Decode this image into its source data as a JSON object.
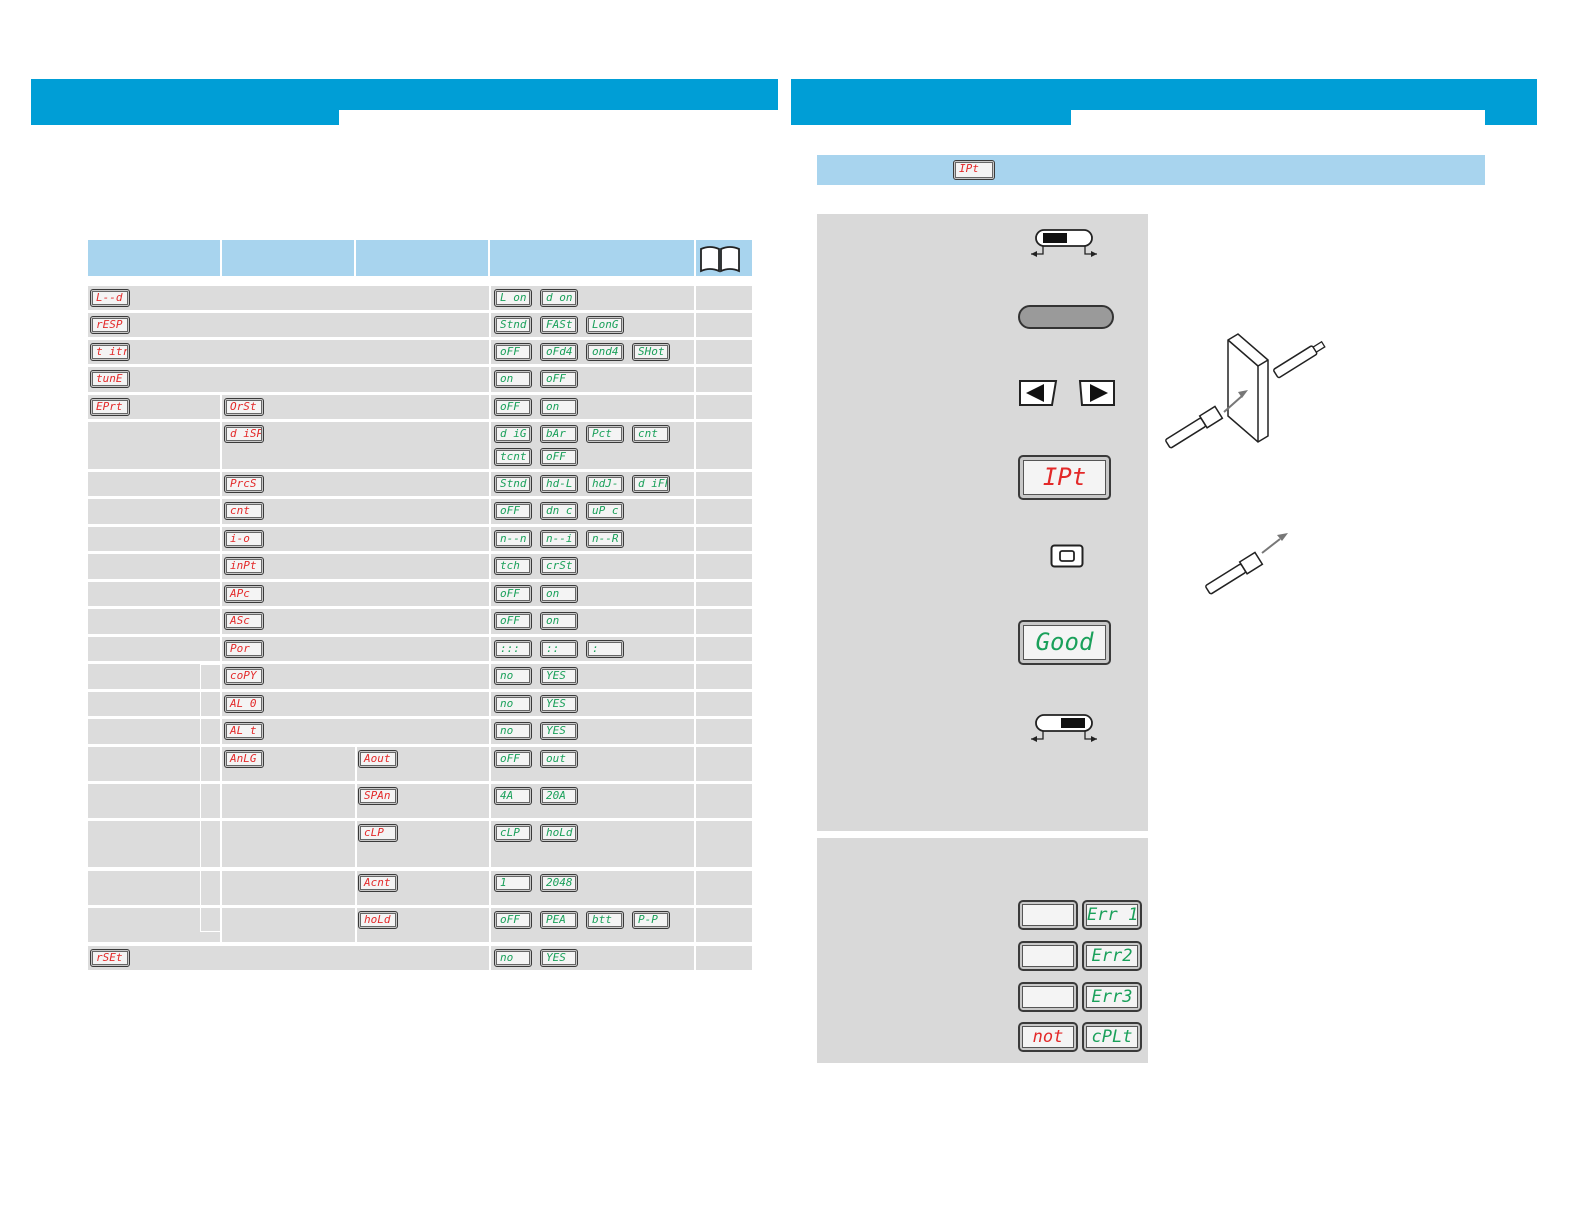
{
  "menu_table": {
    "rows": [
      {
        "code": "L--d",
        "options": [
          "L on",
          "d on"
        ]
      },
      {
        "code": "rESP",
        "options": [
          "Stnd",
          "FASt",
          "LonG"
        ]
      },
      {
        "code": "t itr",
        "options": [
          "oFF",
          "oFd4",
          "ond4",
          "SHot"
        ]
      },
      {
        "code": "tunE",
        "options": [
          "on",
          "oFF"
        ]
      },
      {
        "code": "EPrt",
        "sub": "OrSt",
        "options": [
          "oFF",
          "on"
        ]
      },
      {
        "sub": "d iSP",
        "options": [
          "d iG",
          "bAr",
          "Pct",
          "cnt"
        ],
        "options2": [
          "tcnt",
          "oFF"
        ]
      },
      {
        "sub": "PrcS",
        "options": [
          "Stnd",
          "hd-L",
          "hdJ-",
          "d iFF"
        ]
      },
      {
        "sub": "cnt",
        "options": [
          "oFF",
          "dn c",
          "uP c"
        ]
      },
      {
        "sub": "i-o",
        "options": [
          "n--n",
          "n--i",
          "n--R"
        ]
      },
      {
        "sub": "inPt",
        "options": [
          "tch",
          "crSt"
        ]
      },
      {
        "sub": "APc",
        "options": [
          "oFF",
          "on"
        ]
      },
      {
        "sub": "ASc",
        "options": [
          "oFF",
          "on"
        ]
      },
      {
        "sub": "Por",
        "options": [
          ":::",
          "::",
          ":"
        ]
      },
      {
        "sub": "coPY",
        "options": [
          "no",
          "YES"
        ]
      },
      {
        "sub": "AL 0",
        "options": [
          "no",
          "YES"
        ]
      },
      {
        "sub": "AL t",
        "options": [
          "no",
          "YES"
        ]
      },
      {
        "sub": "AnLG",
        "sub2": "Aout",
        "options": [
          "oFF",
          "out"
        ]
      },
      {
        "sub2": "SPAn",
        "options": [
          "4A",
          "20A"
        ]
      },
      {
        "sub2": "cLP",
        "options": [
          "cLP",
          "hoLd"
        ]
      },
      {
        "sub2": "Acnt",
        "options": [
          "1",
          "2048"
        ]
      },
      {
        "sub2": "hoLd",
        "options": [
          "oFF",
          "PEA",
          "btt",
          "P-P"
        ]
      },
      {
        "code": "rSEt",
        "options": [
          "no",
          "YES"
        ]
      }
    ]
  },
  "right_panel": {
    "header_tag": "IPt",
    "display_top": "IPt",
    "display_result": "Good",
    "errors": [
      {
        "left": "",
        "right": "Err 1"
      },
      {
        "left": "",
        "right": "Err2"
      },
      {
        "left": "",
        "right": "Err3"
      },
      {
        "left": "not",
        "right": "cPLt"
      }
    ]
  },
  "icons": {
    "manual": "book-icon",
    "switch_left": "slide-switch-left-icon",
    "switch_right": "slide-switch-right-icon",
    "arrows": "left-right-arrow-buttons-icon",
    "set_button": "set-button-icon"
  },
  "colors": {
    "band_blue": "#009ed6",
    "light_blue": "#a8d4ee",
    "row_gray": "#dcdcdc",
    "lcd_red": "#e32929",
    "lcd_green": "#1aa05a"
  }
}
